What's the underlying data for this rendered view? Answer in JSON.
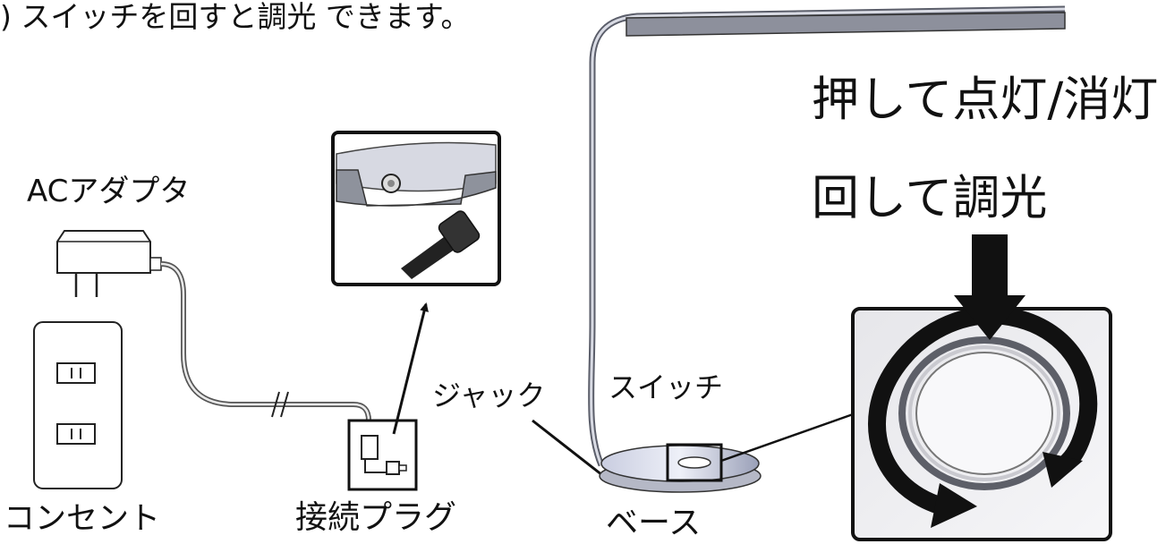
{
  "top_note": ") スイッチを回すと調光 できます。",
  "labels": {
    "ac_adapter": "ACアダプタ",
    "outlet": "コンセント",
    "plug": "接続プラグ",
    "jack": "ジャック",
    "switch": "スイッチ",
    "base": "ベース"
  },
  "instructions": {
    "line1": "押して点灯/消灯",
    "line2": "回して調光"
  }
}
